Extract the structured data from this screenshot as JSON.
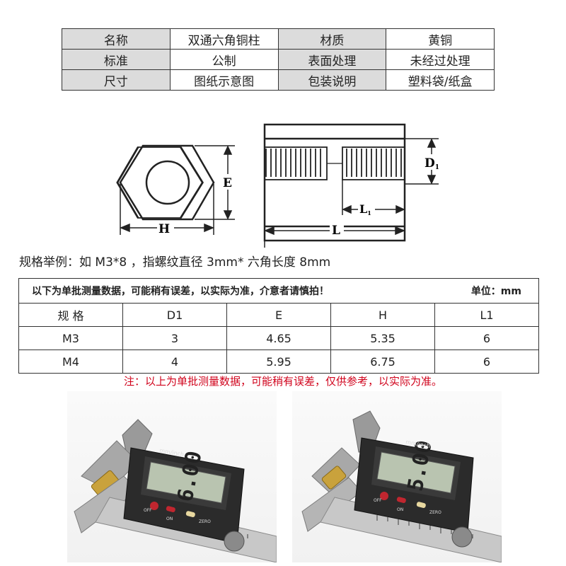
{
  "spec_table": {
    "rows": [
      [
        "名称",
        "双通六角铜柱",
        "材质",
        "黄铜"
      ],
      [
        "标准",
        "公制",
        "表面处理",
        "未经过处理"
      ],
      [
        "尺寸",
        "图纸示意图",
        "包装说明",
        "塑料袋/纸盒"
      ]
    ]
  },
  "drawing": {
    "label_E": "E",
    "label_H": "H",
    "label_D": "D",
    "label_D_sub": "1",
    "label_L1": "L",
    "label_L1_sub": "1",
    "label_L": "L"
  },
  "example_text": "规格举例：如 M3*8 ，指螺纹直径 3mm* 六角长度 8mm",
  "measure_table": {
    "notice": "以下为单批测量数据，可能稍有误差，以实际为准，介意者请慎拍！",
    "unit": "单位：mm",
    "headers": [
      "规 格",
      "D1",
      "E",
      "H",
      "L1"
    ],
    "rows": [
      [
        "M3",
        "3",
        "4.65",
        "5.35",
        "6"
      ],
      [
        "M4",
        "4",
        "5.95",
        "6.75",
        "6"
      ]
    ]
  },
  "red_note": "注：以上为单批测量数据，可能稍有误差，仅供参考，以实际为准。",
  "photos": {
    "left": {
      "screen_label": "mm/inch",
      "reading": "6.00",
      "off_label": "OFF",
      "on_label": "ON",
      "zero_label": "ZERO"
    },
    "right": {
      "screen_label": "mm/inch",
      "reading": "5.00",
      "off_label": "OFF",
      "on_label": "ON",
      "zero_label": "ZERO"
    }
  },
  "colors": {
    "note_red": "#d0021b",
    "header_gray": "#dcdcdc",
    "brass": "#c9a23c"
  }
}
